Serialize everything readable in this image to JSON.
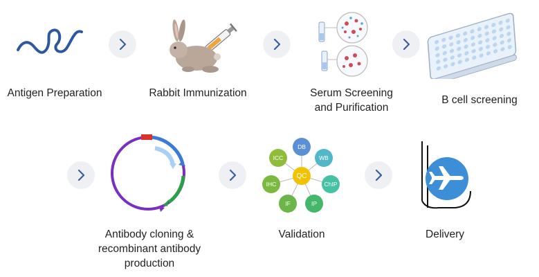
{
  "steps": [
    {
      "label": "Antigen Preparation"
    },
    {
      "label": "Rabbit Immunization"
    },
    {
      "label": "Serum Screening\nand Purification"
    },
    {
      "label": "B cell screening"
    },
    {
      "label": "Antibody cloning &\nrecombinant antibody\nproduction"
    },
    {
      "label": "Validation"
    },
    {
      "label": "Delivery"
    }
  ],
  "qc": {
    "center": "QC",
    "nodes": [
      "DB",
      "WB",
      "ChIP",
      "IP",
      "IF",
      "IHC",
      "ICC"
    ]
  },
  "icons": {
    "arrow": "chevron-right-icon",
    "antigen": "protein-strand-icon",
    "rabbit": "rabbit-with-syringe-icon",
    "serum": "test-tubes-microscope-icon",
    "bcell": "well-plate-icon",
    "cloning": "plasmid-icon",
    "validation": "qc-network-icon",
    "delivery": "airplane-delivery-icon"
  },
  "colors": {
    "arrow_bg": "#eef0f4",
    "arrow_chevron": "#3a5f9e",
    "antigen": "#2f57a0",
    "plasmid_purple": "#7b2fbf",
    "plasmid_blue": "#3c7ad9",
    "plasmid_green": "#2aa148",
    "plasmid_red": "#d9322b",
    "qc_center": "#f2c200",
    "plane_bg": "#3c8fd6"
  }
}
